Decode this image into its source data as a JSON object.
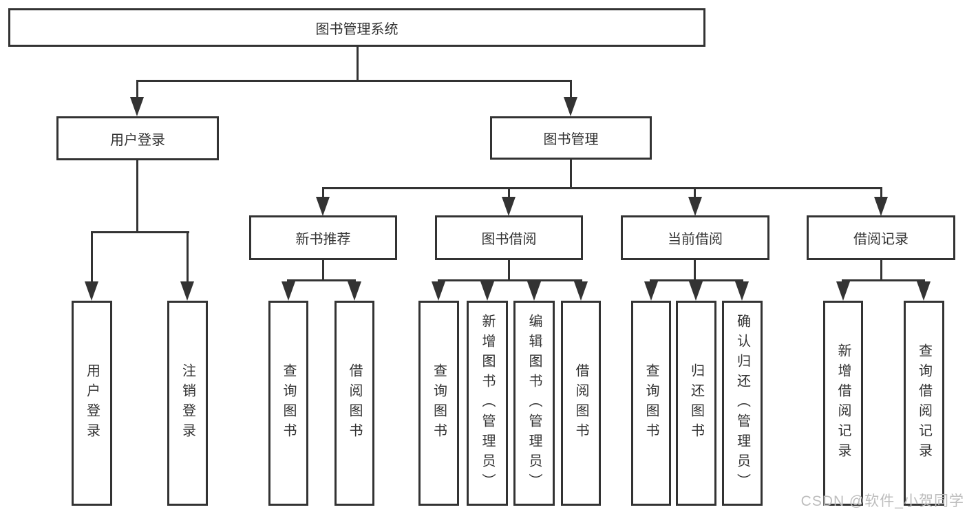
{
  "diagram": {
    "root": {
      "label": "图书管理系统"
    },
    "branches": [
      {
        "label": "用户登录",
        "children": [
          {
            "label": "用户登录"
          },
          {
            "label": "注销登录"
          }
        ]
      },
      {
        "label": "图书管理",
        "children": [
          {
            "label": "新书推荐",
            "children": [
              {
                "label": "查询图书"
              },
              {
                "label": "借阅图书"
              }
            ]
          },
          {
            "label": "图书借阅",
            "children": [
              {
                "label": "查询图书"
              },
              {
                "label": "新增图书（管理员）"
              },
              {
                "label": "编辑图书（管理员）"
              },
              {
                "label": "借阅图书"
              }
            ]
          },
          {
            "label": "当前借阅",
            "children": [
              {
                "label": "查询图书"
              },
              {
                "label": "归还图书"
              },
              {
                "label": "确认归还（管理员）"
              }
            ]
          },
          {
            "label": "借阅记录",
            "children": [
              {
                "label": "新增借阅记录"
              },
              {
                "label": "查询借阅记录"
              }
            ]
          }
        ]
      }
    ]
  },
  "watermark": {
    "text": "CSDN @软件_小贺同学"
  },
  "colors": {
    "line": "#333333",
    "background": "#ffffff",
    "text": "#333333",
    "watermark": "#bdbdbd"
  }
}
